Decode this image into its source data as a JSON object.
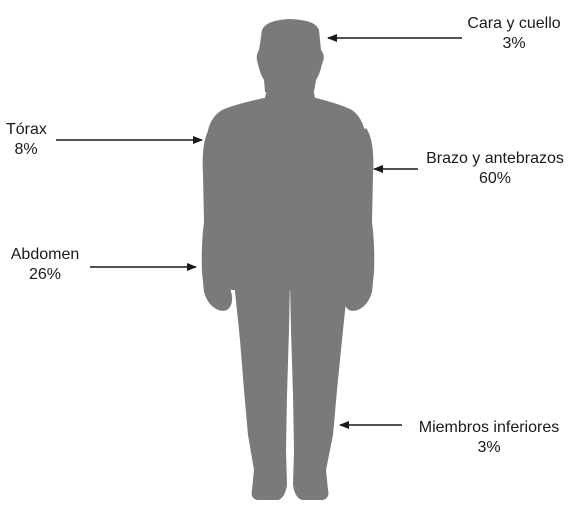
{
  "figure": {
    "silhouette_color": "#7a7a7a",
    "arrow_color": "#1a1a1a",
    "labels": {
      "face_neck": {
        "name": "Cara y cuello",
        "percent": "3%"
      },
      "thorax": {
        "name": "Tórax",
        "percent": "8%"
      },
      "arms": {
        "name": "Brazo y antebrazos",
        "percent": "60%"
      },
      "abdomen": {
        "name": "Abdomen",
        "percent": "26%"
      },
      "legs": {
        "name": "Miembros inferiores",
        "percent": "3%"
      }
    }
  }
}
